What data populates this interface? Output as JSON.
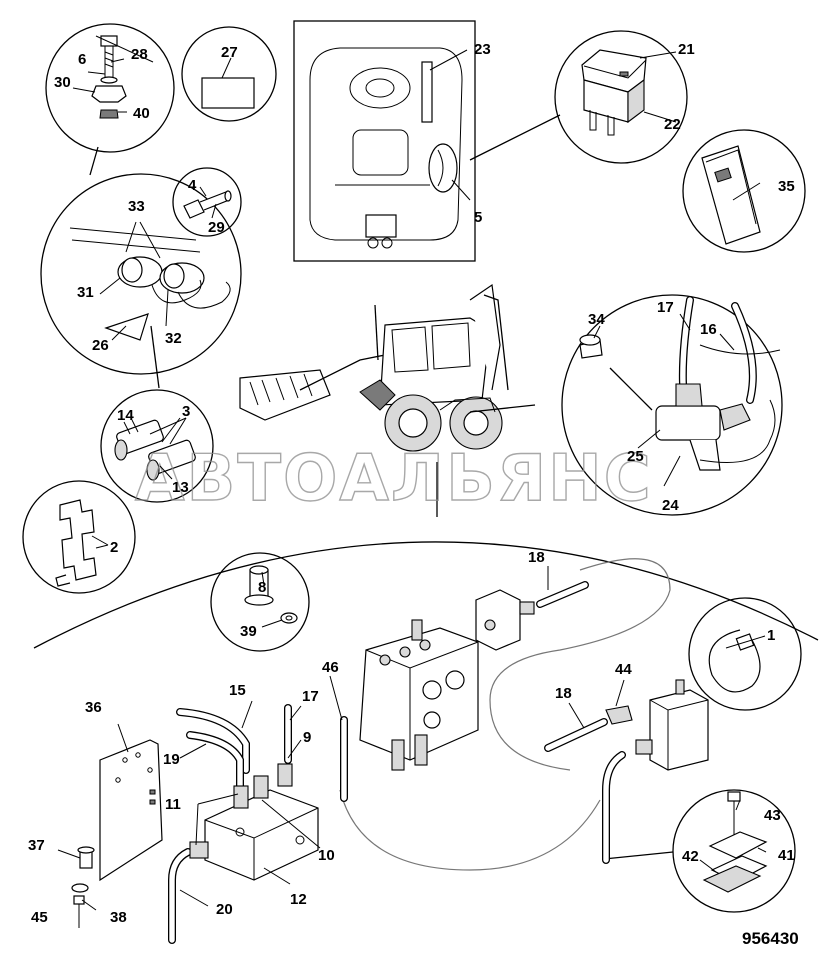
{
  "drawing_number": "956430",
  "watermark": "АВТОАЛЬЯНС",
  "callouts": {
    "c1": "1",
    "c2": "2",
    "c3": "3",
    "c4": "4",
    "c5": "5",
    "c6": "6",
    "c8": "8",
    "c9": "9",
    "c10": "10",
    "c11": "11",
    "c12": "12",
    "c13": "13",
    "c14": "14",
    "c15": "15",
    "c16": "16",
    "c17": "17",
    "c17b": "17",
    "c18": "18",
    "c18b": "18",
    "c19": "19",
    "c20": "20",
    "c21": "21",
    "c22": "22",
    "c23": "23",
    "c24": "24",
    "c25": "25",
    "c26": "26",
    "c27": "27",
    "c28": "28",
    "c29": "29",
    "c30": "30",
    "c31": "31",
    "c32": "32",
    "c33": "33",
    "c34": "34",
    "c35": "35",
    "c36": "36",
    "c37": "37",
    "c38": "38",
    "c39": "39",
    "c40": "40",
    "c41": "41",
    "c42": "42",
    "c43": "43",
    "c44": "44",
    "c45": "45",
    "c46": "46"
  }
}
